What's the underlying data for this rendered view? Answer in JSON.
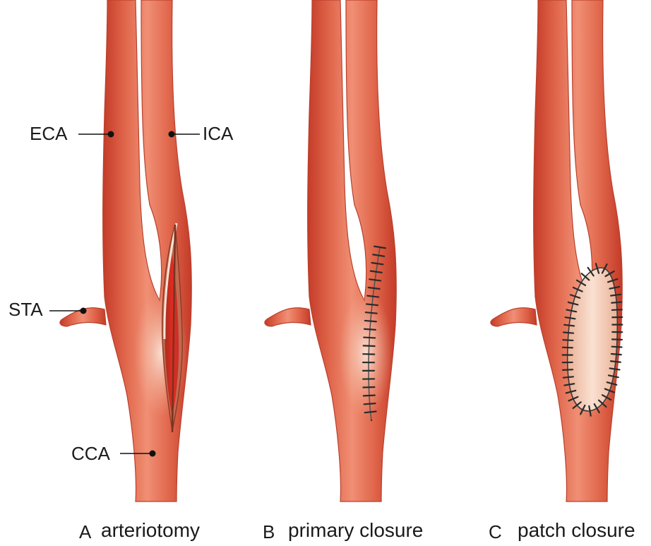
{
  "labels": {
    "eca": "ECA",
    "ica": "ICA",
    "sta": "STA",
    "cca": "CCA"
  },
  "panels": [
    {
      "letter": "A",
      "caption": "arteriotomy"
    },
    {
      "letter": "B",
      "caption": "primary closure"
    },
    {
      "letter": "C",
      "caption": "patch closure"
    }
  ],
  "colors": {
    "vessel_edge": "#c9432f",
    "vessel_mid": "#e06a4f",
    "vessel_highlight": "#f7c6b0",
    "lumen": "#d31f1f",
    "patch": "#f3cbb3",
    "suture": "#2a2a2a"
  }
}
